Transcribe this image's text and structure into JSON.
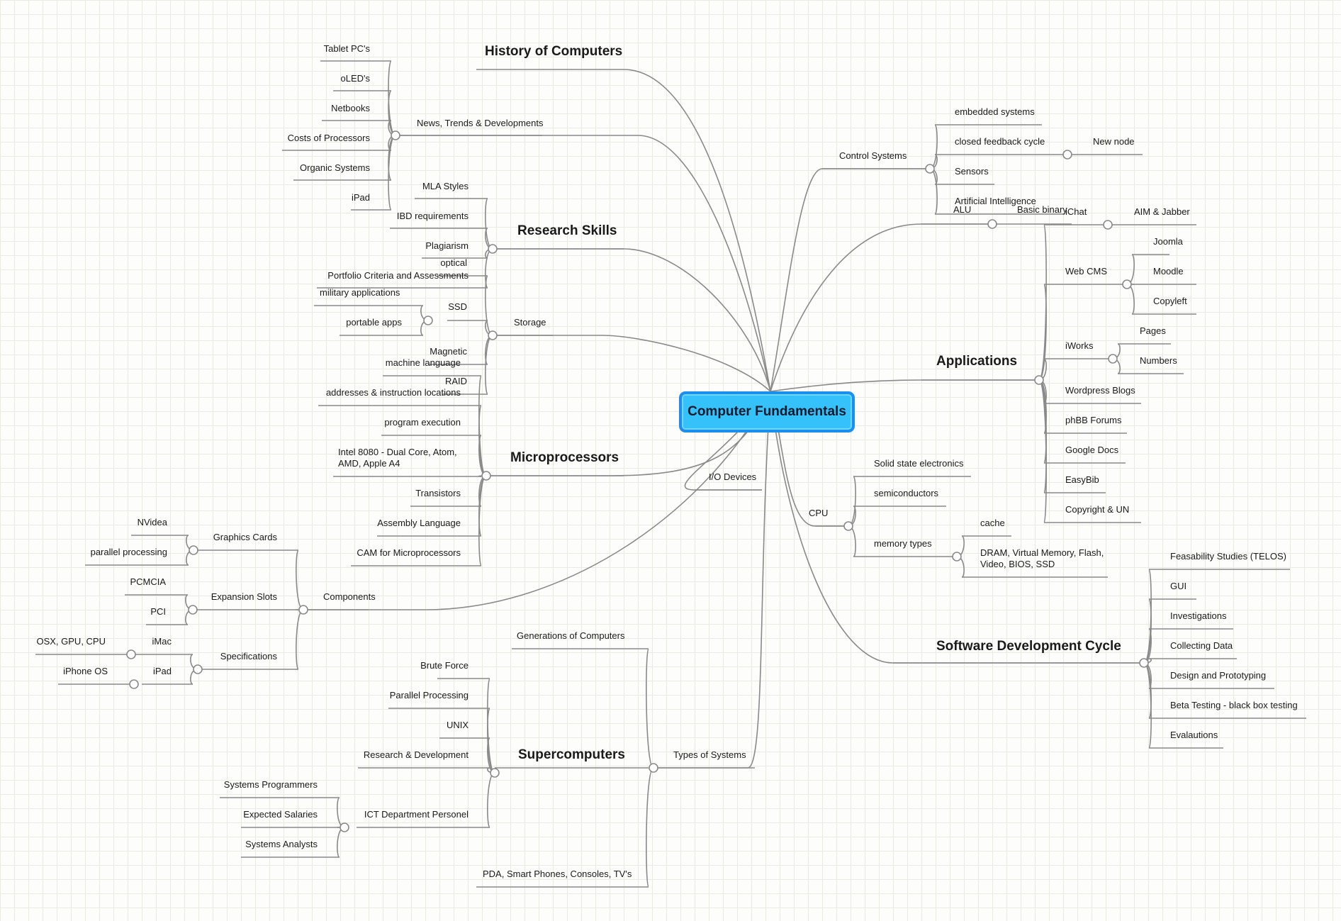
{
  "central_topic": "Computer Fundamentals",
  "colors": {
    "central_fill": "#35c2fb",
    "central_border": "#1b8ff0",
    "connector": "#8a8a8a",
    "grid": "#e9ebe3"
  },
  "branches": {
    "history": {
      "label": "History of Computers"
    },
    "news": {
      "label": "News, Trends & Developments",
      "children": [
        "Tablet PC's",
        "oLED's",
        "Netbooks",
        "Costs of Processors",
        "Organic Systems",
        "iPad"
      ]
    },
    "research": {
      "label": "Research Skills",
      "children": [
        "MLA Styles",
        "IBD requirements",
        "Plagiarism",
        "Portfolio Criteria and Assessments"
      ]
    },
    "storage": {
      "label": "Storage",
      "children": [
        "optical",
        "SSD",
        "Magnetic",
        "RAID"
      ],
      "ssd_children": [
        "military applications",
        "portable apps"
      ]
    },
    "microprocessors": {
      "label": "Microprocessors",
      "children": [
        "machine language",
        "addresses & instruction locations",
        "program execution",
        "Intel 8080 - Dual Core, Atom,",
        "AMD, Apple A4",
        "Transistors",
        "Assembly Language",
        "CAM for Microprocessors"
      ]
    },
    "io": {
      "label": "I/O Devices"
    },
    "components": {
      "label": "Components",
      "graphics": {
        "label": "Graphics Cards",
        "children": [
          "NVidea",
          "parallel processing"
        ]
      },
      "expansion": {
        "label": "Expansion Slots",
        "children": [
          "PCMCIA",
          "PCI"
        ]
      },
      "specs": {
        "label": "Specifications",
        "children": [
          "iMac",
          "iPad"
        ],
        "imac_child": "OSX, GPU, CPU",
        "ipad_child": "iPhone OS"
      }
    },
    "types": {
      "label": "Types of Systems",
      "children": [
        "Generations of Computers",
        "Supercomputers",
        "PDA, Smart Phones, Consoles, TV's"
      ],
      "super_children": [
        "Brute Force",
        "Parallel Processing",
        "UNIX",
        "Research & Development",
        "ICT Department Personel"
      ],
      "ict_children": [
        "Systems Programmers",
        "Expected Salaries",
        "Systems Analysts"
      ]
    },
    "control": {
      "label": "Control Systems",
      "children": [
        "embedded systems",
        "closed feedback cycle",
        "Sensors",
        "Artificial Intelligence"
      ],
      "feedback_child": "New node"
    },
    "alu": {
      "label": "ALU",
      "child": "Basic binary"
    },
    "applications": {
      "label": "Applications",
      "ichat": "iChat",
      "ichat_child": "AIM & Jabber",
      "webcms": "Web CMS",
      "webcms_children": [
        "Joomla",
        "Moodle",
        "Copyleft"
      ],
      "iworks": "iWorks",
      "iworks_children": [
        "Pages",
        "Numbers"
      ],
      "others": [
        "Wordpress Blogs",
        "phBB Forums",
        "Google Docs",
        "EasyBib",
        "Copyright & UN"
      ]
    },
    "cpu": {
      "label": "CPU",
      "children": [
        "Solid state electronics",
        "semiconductors",
        "memory types"
      ],
      "memory_children": [
        "cache",
        "DRAM, Virtual Memory, Flash,",
        "Video, BIOS, SSD"
      ]
    },
    "sdc": {
      "label": "Software Development Cycle",
      "children": [
        "Feasability Studies (TELOS)",
        "GUI",
        "Investigations",
        "Collecting Data",
        "Design and Prototyping",
        "Beta Testing - black box testing",
        "Evalautions"
      ]
    }
  }
}
